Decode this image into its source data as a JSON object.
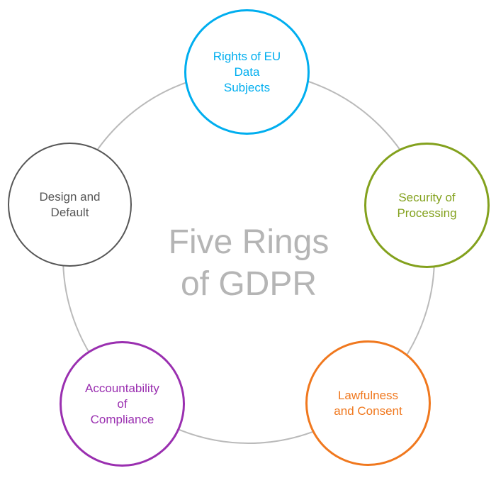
{
  "diagram": {
    "title_line1": "Five Rings",
    "title_line2": "of GDPR",
    "title_color": "#b5b5b5",
    "ring_color": "#bababa"
  },
  "nodes": [
    {
      "id": "rights-of-eu-data-subjects",
      "label": "Rights of EU\nData\nSubjects",
      "color": "#00aeef"
    },
    {
      "id": "security-of-processing",
      "label": "Security of\nProcessing",
      "color": "#83a11d"
    },
    {
      "id": "lawfulness-and-consent",
      "label": "Lawfulness\nand Consent",
      "color": "#f0781e"
    },
    {
      "id": "accountability-of-compliance",
      "label": "Accountability\nof\nCompliance",
      "color": "#9a2fb0"
    },
    {
      "id": "design-and-default",
      "label": "Design and\nDefault",
      "color": "#565656"
    }
  ]
}
